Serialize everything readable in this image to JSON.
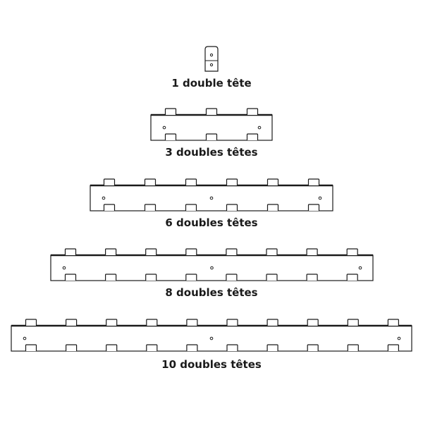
{
  "colors": {
    "line": "#1a1a1a",
    "fill": "#ffffff",
    "text": "#1a1a1a"
  },
  "racks": [
    {
      "caption": "1 double tête",
      "hooks": 1
    },
    {
      "caption": "3 doubles têtes",
      "hooks": 3
    },
    {
      "caption": "6 doubles têtes",
      "hooks": 6
    },
    {
      "caption": "8 doubles têtes",
      "hooks": 8
    },
    {
      "caption": "10 doubles têtes",
      "hooks": 10
    }
  ]
}
